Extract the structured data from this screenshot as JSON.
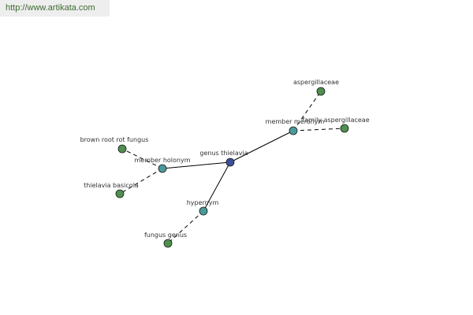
{
  "watermark": {
    "url": "http://www.artikata.com"
  },
  "colors": {
    "center_node": "#3c4f9b",
    "relation_node": "#4a9a9a",
    "leaf_node": "#4f8f4f",
    "edge": "#000000",
    "label": "#333333"
  },
  "graph": {
    "nodes": [
      {
        "id": "genus-thielavia",
        "label": "genus thielavia",
        "kind": "center"
      },
      {
        "id": "member-holonym",
        "label": "member holonym",
        "kind": "relation"
      },
      {
        "id": "member-meronym",
        "label": "member meronym",
        "kind": "relation"
      },
      {
        "id": "hypernym",
        "label": "hypernym",
        "kind": "relation"
      },
      {
        "id": "brown-root-rot-fungus",
        "label": "brown root rot fungus",
        "kind": "leaf"
      },
      {
        "id": "thielavia-basicola",
        "label": "thielavia basicola",
        "kind": "leaf"
      },
      {
        "id": "aspergillaceae",
        "label": "aspergillaceae",
        "kind": "leaf"
      },
      {
        "id": "family-aspergillaceae",
        "label": "family aspergillaceae",
        "kind": "leaf"
      },
      {
        "id": "fungus-genus",
        "label": "fungus genus",
        "kind": "leaf"
      }
    ],
    "edges": [
      {
        "from": "genus-thielavia",
        "to": "member-holonym",
        "style": "solid"
      },
      {
        "from": "genus-thielavia",
        "to": "member-meronym",
        "style": "solid"
      },
      {
        "from": "genus-thielavia",
        "to": "hypernym",
        "style": "solid"
      },
      {
        "from": "member-holonym",
        "to": "brown-root-rot-fungus",
        "style": "dashed"
      },
      {
        "from": "member-holonym",
        "to": "thielavia-basicola",
        "style": "dashed"
      },
      {
        "from": "member-meronym",
        "to": "aspergillaceae",
        "style": "dashed"
      },
      {
        "from": "member-meronym",
        "to": "family-aspergillaceae",
        "style": "dashed"
      },
      {
        "from": "hypernym",
        "to": "fungus-genus",
        "style": "dashed"
      }
    ]
  }
}
